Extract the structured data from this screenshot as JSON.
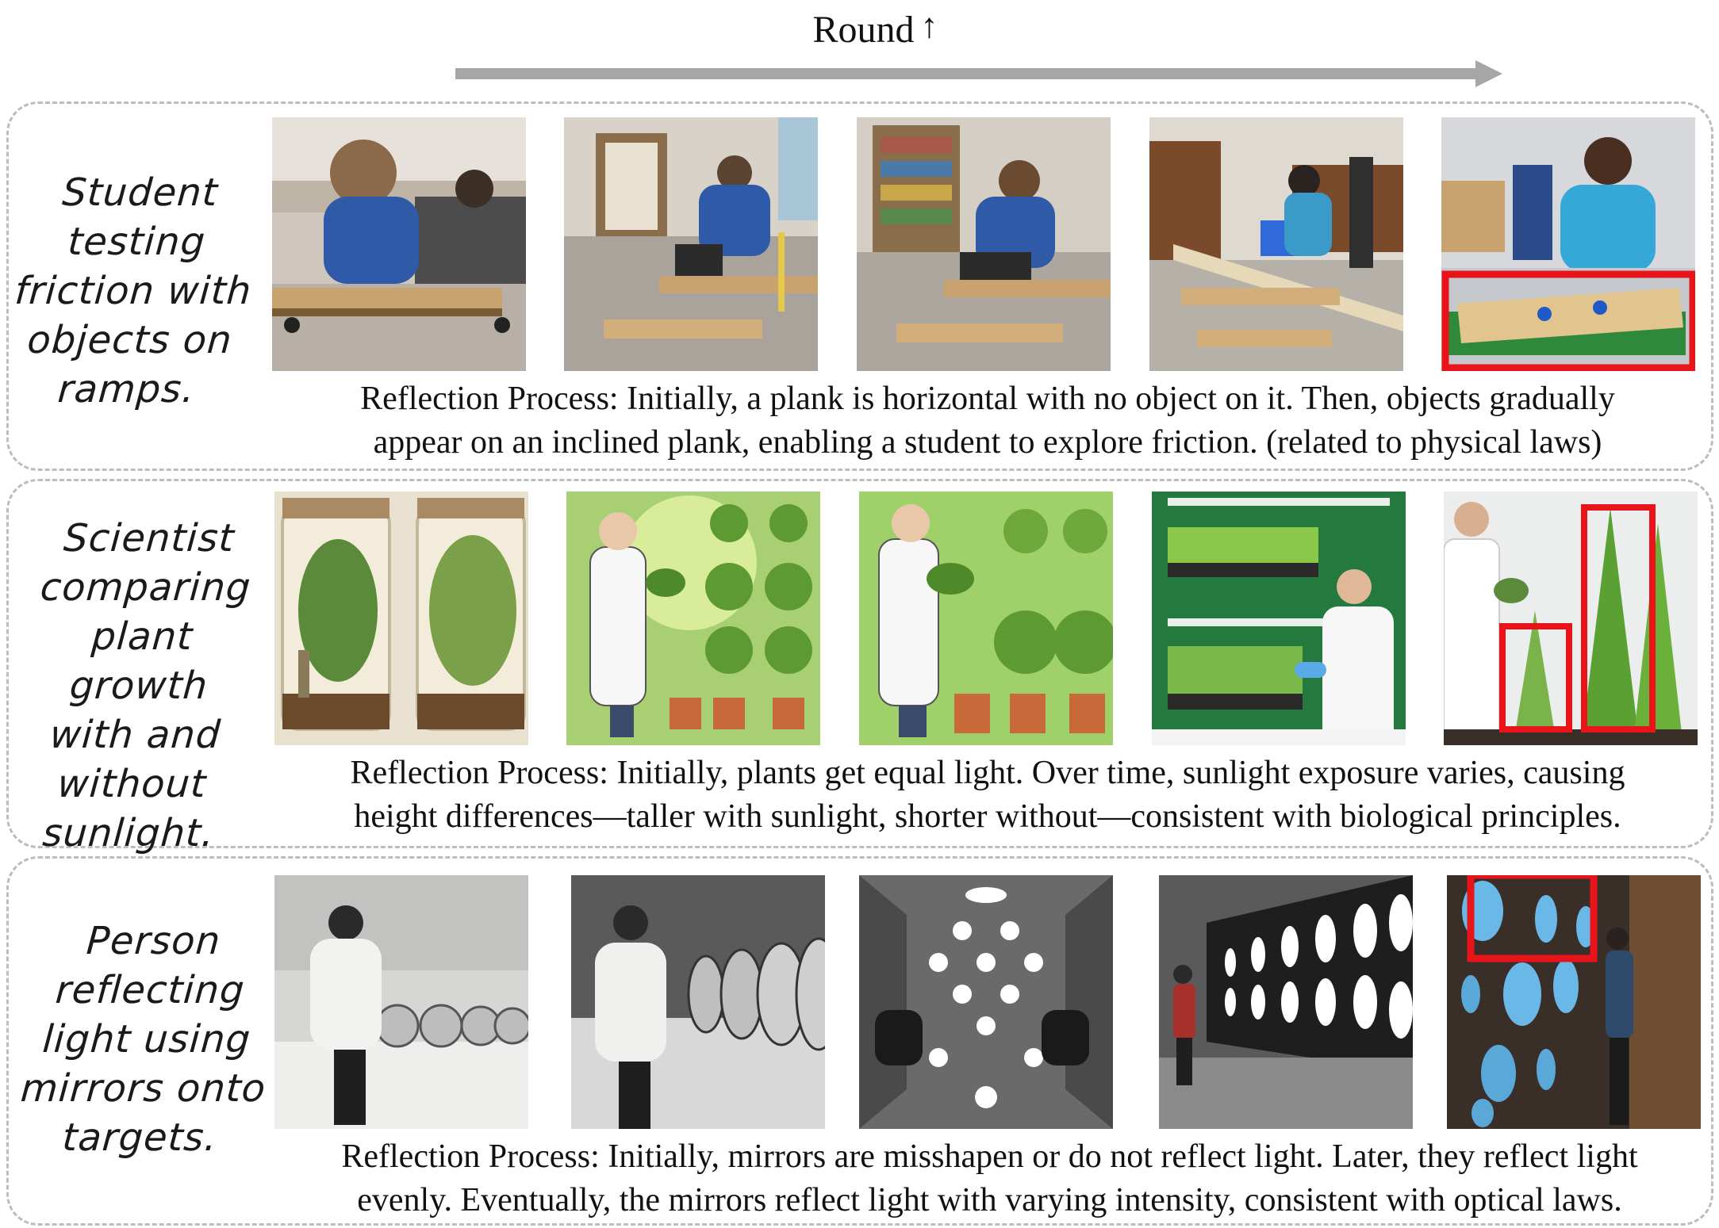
{
  "header": {
    "title": "Round",
    "title_arrow": "↑"
  },
  "colors": {
    "arrow": "#a6a6a6",
    "panel_border": "#bdbdbd",
    "highlight_box": "#e8141a"
  },
  "rows": [
    {
      "label": [
        "Student",
        "testing",
        "friction with",
        "objects on",
        "ramps."
      ],
      "caption": [
        "Reflection Process: Initially, a plank is horizontal with no object on it. Then, objects gradually",
        "appear on an inclined plank, enabling a student to explore friction. (related to physical laws)"
      ],
      "frames": [
        "round-1",
        "round-2",
        "round-3",
        "round-4",
        "round-5"
      ]
    },
    {
      "label": [
        "Scientist",
        "comparing",
        "plant growth",
        "with and",
        "without",
        "sunlight."
      ],
      "caption": [
        "Reflection Process: Initially, plants get equal light. Over time, sunlight exposure varies, causing",
        "height differences—taller with sunlight, shorter without—consistent with biological principles."
      ],
      "frames": [
        "round-1",
        "round-2",
        "round-3",
        "round-4",
        "round-5"
      ]
    },
    {
      "label": [
        "Person",
        "reflecting",
        "light using",
        "mirrors onto",
        "targets."
      ],
      "caption": [
        "Reflection Process: Initially, mirrors are misshapen or do not reflect light. Later, they reflect light",
        "evenly. Eventually, the mirrors reflect light with varying intensity, consistent with optical laws."
      ],
      "frames": [
        "round-1",
        "round-2",
        "round-3",
        "round-4",
        "round-5"
      ]
    }
  ]
}
